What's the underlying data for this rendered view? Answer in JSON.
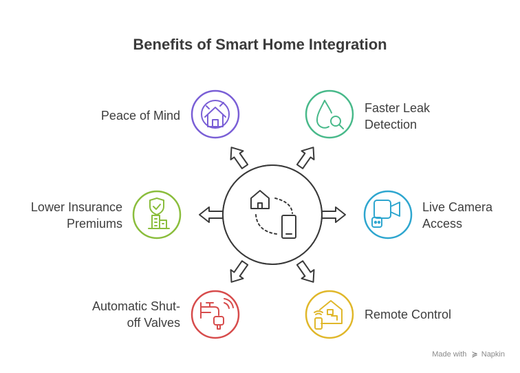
{
  "title": "Benefits of Smart Home Integration",
  "benefits": [
    {
      "label_lines": [
        "Peace of Mind"
      ],
      "color": "#7a5fd6",
      "icon": "house-icon"
    },
    {
      "label_lines": [
        "Faster Leak",
        "Detection"
      ],
      "color": "#48b98a",
      "icon": "water-drop-magnifier-icon"
    },
    {
      "label_lines": [
        "Live Camera",
        "Access"
      ],
      "color": "#2ea6cf",
      "icon": "camera-icon"
    },
    {
      "label_lines": [
        "Remote Control"
      ],
      "color": "#e0b72a",
      "icon": "home-remote-icon"
    },
    {
      "label_lines": [
        "Automatic Shut-",
        "off Valves"
      ],
      "color": "#d74c4c",
      "icon": "valve-icon"
    },
    {
      "label_lines": [
        "Lower Insurance",
        "Premiums"
      ],
      "color": "#8abd3c",
      "icon": "shield-building-icon"
    }
  ],
  "center": {
    "icon": "home-phone-sync-icon"
  },
  "watermark": {
    "prefix": "Made with",
    "brand": "Napkin"
  }
}
